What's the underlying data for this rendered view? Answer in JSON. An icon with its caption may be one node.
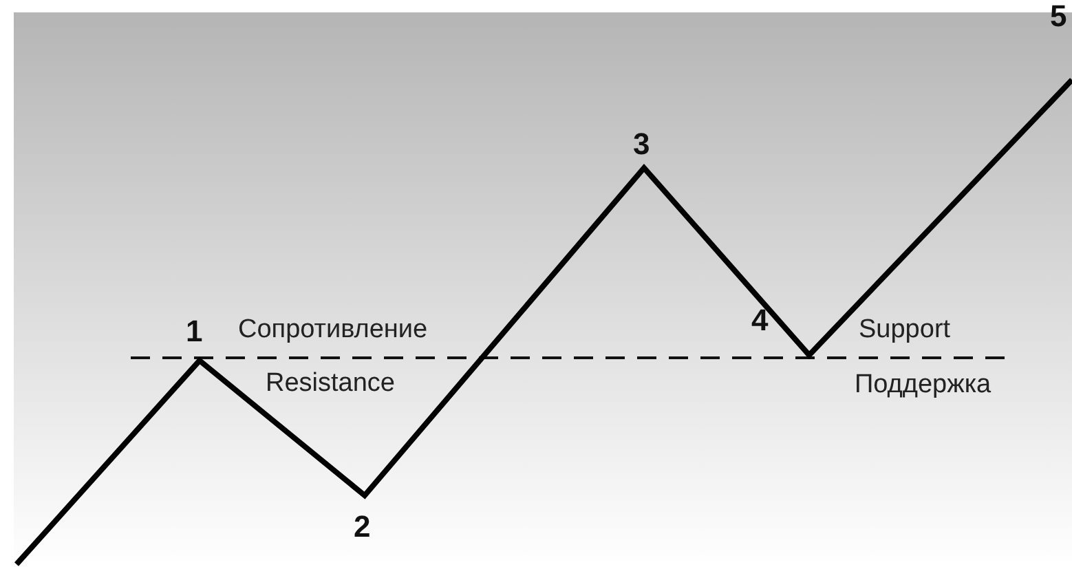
{
  "diagram": {
    "labels": [
      "5",
      "3",
      "1",
      "Сопротивление",
      "Resistance",
      "4",
      "Support",
      "Поддержка",
      "2"
    ]
  }
}
